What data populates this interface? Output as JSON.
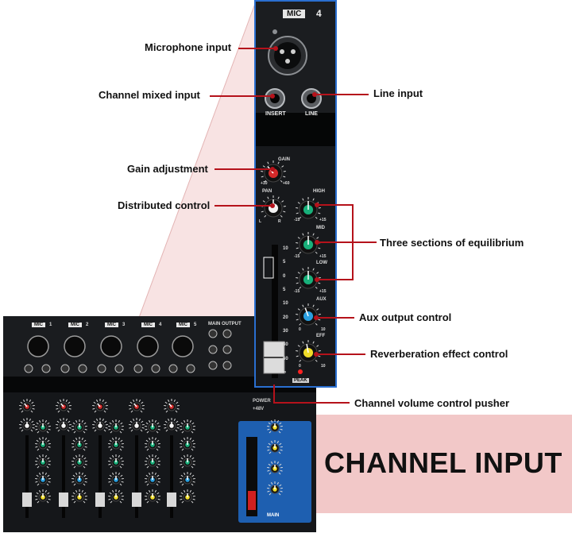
{
  "callouts": {
    "microphone_input": "Microphone input",
    "channel_mixed_input": "Channel mixed input",
    "line_input": "Line input",
    "gain_adjustment": "Gain adjustment",
    "distributed_control": "Distributed control",
    "three_sections": "Three sections of equilibrium",
    "aux_output": "Aux output control",
    "reverb_effect": "Reverberation effect control",
    "volume_pusher": "Channel volume control pusher"
  },
  "banner": "CHANNEL INPUT",
  "strip": {
    "mic_label": "MIC",
    "channel_number": "4",
    "insert": "INSERT",
    "line": "LINE",
    "gain": "GAIN",
    "gain_min": "+10",
    "gain_max": "+60",
    "pan": "PAN",
    "pan_l": "L",
    "pan_r": "R",
    "high": "HIGH",
    "mid": "MID",
    "low": "LOW",
    "aux": "AUX",
    "eff": "EFF",
    "eq_min": "-15",
    "eq_max": "+15",
    "send_min": "0",
    "send_max": "10",
    "peak": "PEAK",
    "fader_scale": [
      "10",
      "5",
      "0",
      "5",
      "10",
      "20",
      "30",
      "40",
      "60",
      "∞"
    ]
  },
  "mixer": {
    "channels": [
      "1",
      "2",
      "3",
      "4",
      "5"
    ],
    "mic_label": "MIC",
    "main_output": "MAIN OUTPUT",
    "main": "MAIN",
    "power": "POWER",
    "phantom": "+48V"
  },
  "colors": {
    "leader": "#b5121b",
    "banner_bg": "#f2c8c8",
    "strip_border": "#2a6fd0",
    "knob_red": "#d42a2a",
    "knob_green": "#18b07a",
    "knob_blue": "#2aa0e0",
    "knob_yellow": "#f0dc28",
    "knob_white": "#f2f2f2"
  }
}
